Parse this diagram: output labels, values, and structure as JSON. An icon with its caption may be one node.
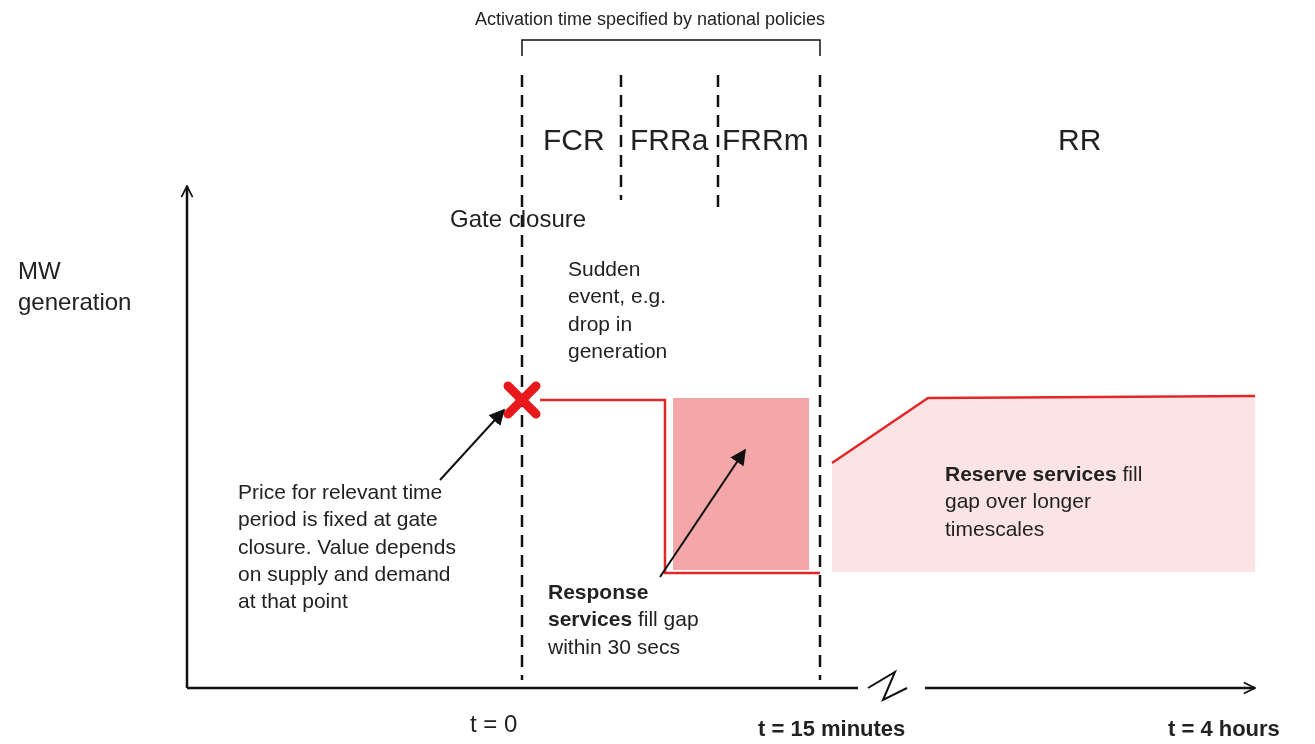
{
  "diagram": {
    "nodes": [
      {
        "text": [],
        "shape": "cross"
      },
      {
        "text": [],
        "shape": "box"
      },
      {
        "text": [
          "Price for relevant time period is fixed at gate closure. Value depends on supply and demand at that point"
        ]
      },
      {
        "text": [
          "**Response services** fill gap within 30 secs"
        ]
      }
    ],
    "edges": [
      {
        "from": 2,
        "to": 0,
        "arrow": "to"
      },
      {
        "from": 3,
        "to": 1,
        "arrow": "to"
      }
    ],
    "labels": [
      "Activation time specified by national policies",
      "FCR",
      "FRRa",
      "FRRm",
      "RR",
      "Gate closure",
      "MW generation",
      "Sudden event, e.g. drop in generation",
      "**Reserve services** fill gap over longer timescales",
      "t = 0",
      "t = 15 minutes",
      "t = 4 hours"
    ]
  }
}
